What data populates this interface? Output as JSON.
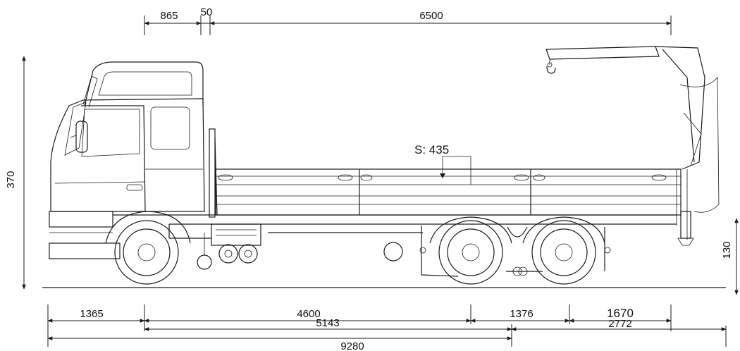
{
  "dimensions": {
    "top": [
      "865",
      "50",
      "6500"
    ],
    "height_total": "370",
    "height_frame": "130",
    "body_label": "S: 435",
    "bottom_row1": [
      "1365",
      "4600",
      "1376",
      "1670"
    ],
    "bottom_row2": [
      "5143",
      "2772"
    ],
    "bottom_row3": "9280"
  }
}
